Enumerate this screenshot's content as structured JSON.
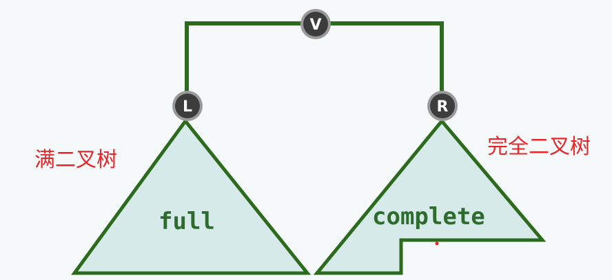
{
  "nodes": {
    "root": "V",
    "left": "L",
    "right": "R"
  },
  "subtrees": {
    "left_label": "full",
    "right_label": "complete"
  },
  "annotations": {
    "left": "满二叉树",
    "right": "完全二叉树"
  },
  "colors": {
    "edge": "#2c6a1e",
    "triangle_fill": "#d6eaea",
    "node_fill": "#3c3c3c",
    "node_ring": "#9a9a9a",
    "annotation_text": "#e8262a"
  }
}
